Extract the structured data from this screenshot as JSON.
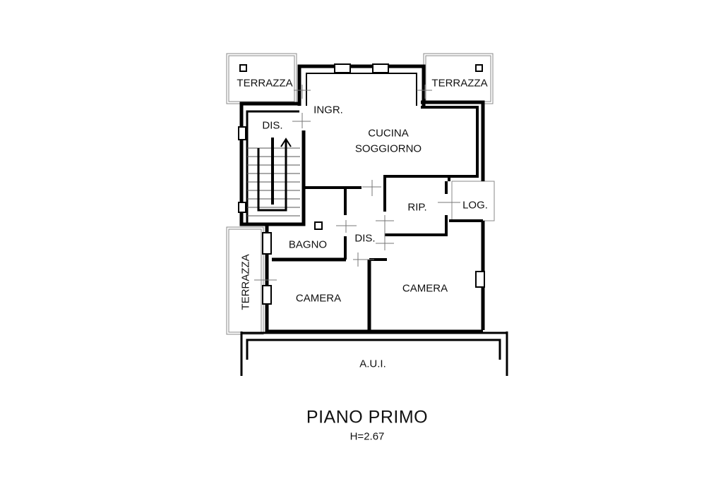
{
  "rooms": {
    "terrazza_nw": "TERRAZZA",
    "terrazza_ne": "TERRAZZA",
    "terrazza_w": "TERRAZZA",
    "ingresso": "INGR.",
    "disimpegno_top": "DIS.",
    "cucina_line1": "CUCINA",
    "cucina_line2": "SOGGIORNO",
    "ripostiglio": "RIP.",
    "loggia": "LOG.",
    "bagno": "BAGNO",
    "disimpegno_mid": "DIS.",
    "camera_left": "CAMERA",
    "camera_right": "CAMERA",
    "aui": "A.U.I."
  },
  "title": "PIANO PRIMO",
  "height_note": "H=2.67"
}
